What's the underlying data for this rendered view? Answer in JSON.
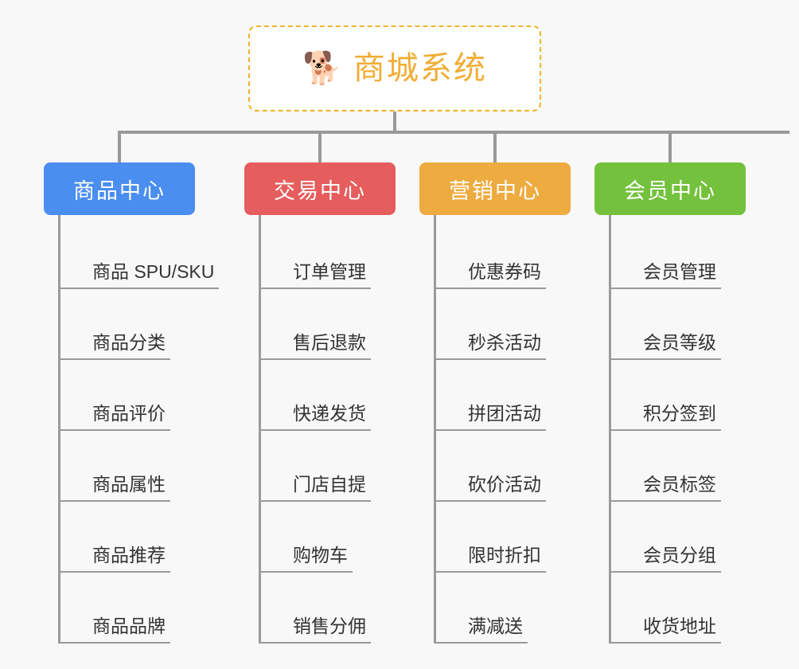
{
  "root": {
    "icon": "shiba-dog-face-icon",
    "icon_glyph": "🐕",
    "title": "商城系统",
    "title_color": "#f0ad35",
    "border_color": "#f0b429"
  },
  "theme": {
    "background": "#f8f8f8",
    "connector_color": "#999999",
    "leaf_text_color": "#333333",
    "leaf_rule_color": "#9a9a9a"
  },
  "columns": [
    {
      "id": "product-center",
      "header": "商品中心",
      "color": "#4a8ef0",
      "items": [
        "商品 SPU/SKU",
        "商品分类",
        "商品评价",
        "商品属性",
        "商品推荐",
        "商品品牌"
      ]
    },
    {
      "id": "trade-center",
      "header": "交易中心",
      "color": "#e65d5d",
      "items": [
        "订单管理",
        "售后退款",
        "快递发货",
        "门店自提",
        "购物车",
        "销售分佣"
      ]
    },
    {
      "id": "marketing-center",
      "header": "营销中心",
      "color": "#eeab40",
      "items": [
        "优惠券码",
        "秒杀活动",
        "拼团活动",
        "砍价活动",
        "限时折扣",
        "满减送"
      ]
    },
    {
      "id": "member-center",
      "header": "会员中心",
      "color": "#73c13d",
      "items": [
        "会员管理",
        "会员等级",
        "积分签到",
        "会员标签",
        "会员分组",
        "收货地址"
      ]
    }
  ]
}
